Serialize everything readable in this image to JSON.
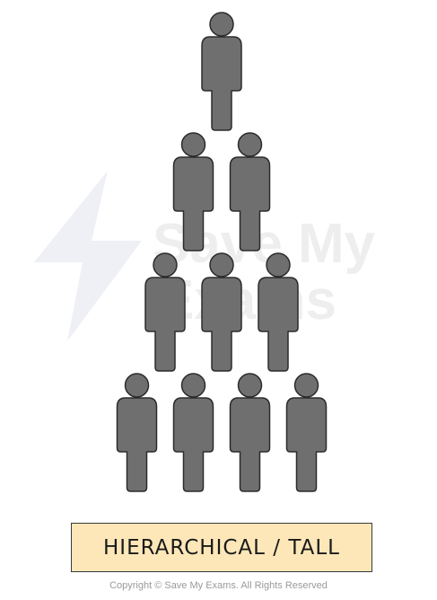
{
  "diagram": {
    "label": "HIERARCHICAL / TALL",
    "rows": [
      1,
      2,
      3,
      4
    ],
    "figure_color": "#6f6f6f",
    "outline_color": "#2b2b2b",
    "figure_icon": "person-icon"
  },
  "watermark": {
    "brand_text_1": "Save My",
    "brand_text_2": "Exams",
    "logo_icon": "lightning-bolt-icon",
    "color": "#eef0f6"
  },
  "footer": {
    "copyright": "Copyright © Save My Exams. All Rights Reserved"
  }
}
